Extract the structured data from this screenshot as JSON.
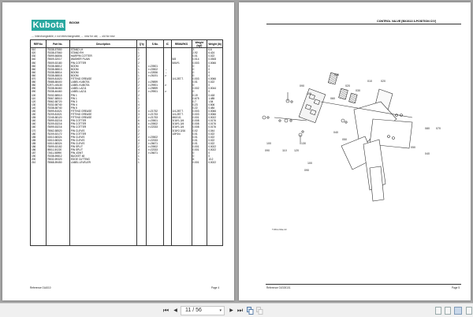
{
  "viewer": {
    "page_indicator": "11 / 56",
    "left_page": {
      "logo": "Kubota",
      "section_title": "BOOM",
      "legend": "↔ interchangeable;   ≠ not interchangeable;   ← new for old;   → old for new",
      "columns": [
        "REF.No",
        "Part No.",
        "Description",
        "Q'ty",
        "S.No.",
        "IC",
        "REMARKS",
        "Weight (kgf)",
        "Weight (lb)"
      ],
      "rows": [
        [
          "010",
          "75338-57550",
          "STAND LH",
          "1",
          "",
          "",
          "",
          "3",
          "6.6"
        ],
        [
          "020",
          "75338-57560",
          "STAND RH",
          "1",
          "",
          "",
          "",
          "2.92",
          "6.424"
        ],
        [
          "030",
          "75599-56806",
          "HAIRPIN COTTER",
          "2",
          "",
          "",
          "",
          "0.01",
          "0.022"
        ],
        [
          "040",
          "75509-32017",
          "WASHER PLAIN",
          "2",
          "",
          "",
          "5/8",
          "0.014",
          "0.0308"
        ],
        [
          "050",
          "75509-53180",
          "PIN COTTER",
          "2",
          "",
          "",
          "5/64*1",
          "0.003",
          "0.0066"
        ],
        [
          "060",
          "75338-58812",
          "BOOM",
          "1",
          "<=20501",
          "",
          "",
          "0",
          "0"
        ],
        [
          "060",
          "75338-58813",
          "BOOM",
          "1",
          ">=20502",
          "←",
          "",
          "0",
          "0"
        ],
        [
          "060",
          "75338-58814",
          "BOOM",
          "1",
          ">=22836",
          "←",
          "",
          "0",
          "0"
        ],
        [
          "060",
          "75338-58815",
          "BOOM",
          "1",
          ">=26191",
          "≠",
          "",
          "0",
          "0"
        ],
        [
          "070",
          "75509-81520",
          "FITTING GREASE",
          "2",
          "",
          "",
          "1/4-28T.T.",
          "0.003",
          "0.0066"
        ],
        [
          "080",
          "75588-58400",
          "LABEL KUBOTA",
          "2",
          "<=29899",
          "",
          "",
          "0.01",
          "0.022"
        ],
        [
          "080",
          "K2571-65130",
          "LABEL KUBOTA",
          "2",
          ">=29901",
          "≠",
          "",
          "0",
          "0"
        ],
        [
          "090",
          "75338-56460",
          "LABEL LA211",
          "2",
          "<=29899",
          "",
          "",
          "0.002",
          "0.0044"
        ],
        [
          "090",
          "75338-46460",
          "LABEL LA211",
          "2",
          ">=29901",
          "≠",
          "",
          "0",
          "0"
        ],
        [
          "100",
          "75332-58510",
          "PIN 1",
          "2",
          "",
          "",
          "",
          "0.19",
          "0.418"
        ],
        [
          "110",
          "75567-58510",
          "PIN 1",
          "1",
          "",
          "",
          "",
          "0.675",
          "1.485"
        ],
        [
          "120",
          "75562-58720",
          "PIN 3",
          "1",
          "",
          "",
          "",
          "0.7",
          "1.54"
        ],
        [
          "130",
          "75332-58740",
          "PIN 4",
          "4",
          "",
          "",
          "",
          "0.23",
          "0.506"
        ],
        [
          "140",
          "75338-58740",
          "PIN 5",
          "2",
          "",
          "",
          "",
          "0.22",
          "0.484"
        ],
        [
          "150",
          "75599-81521",
          "FITTING GREASE",
          "3",
          "<=21752",
          "",
          "1/4-28T.T.",
          "0.003",
          "0.0066"
        ],
        [
          "150",
          "75209-81521",
          "FITTING GREASE",
          "3",
          ">=21753",
          "",
          "1/4-28T.T.",
          "0.003",
          "0.0066"
        ],
        [
          "155",
          "72245-58120",
          "FITTING GREASE",
          "2",
          ">=21753",
          "",
          "M6X1G.",
          "0.001",
          "0.0022"
        ],
        [
          "160",
          "75599-53216",
          "PIN COTTER",
          "6",
          "<=20501",
          "",
          "3/16*1-3/4",
          "0.008",
          "0.0176"
        ],
        [
          "160",
          "75209-53216",
          "PIN COTTER",
          "6",
          ">=20502",
          "",
          "3/16*1-3/4",
          "0.008",
          "0.0176"
        ],
        [
          "160",
          "75599-53216",
          "PIN COTTER",
          "4",
          ">=22333",
          "",
          "3/16*1-3/4",
          "0.008",
          "0.0176"
        ],
        [
          "170",
          "75562-58520",
          "PIN CLEVIS",
          "2",
          "",
          "",
          "3/16*2-3/16",
          "0.02",
          "0.044"
        ],
        [
          "180",
          "75209-53172",
          "PIN COTTER",
          "2",
          "",
          "",
          "1/8*3/4",
          "0.01",
          "0.022"
        ],
        [
          "185",
          "01510-58324",
          "PIN CLEVIS",
          "2",
          ">=20502",
          "",
          "",
          "0.01",
          "0.022"
        ],
        [
          "185",
          "01510-58324",
          "PIN CLEVIS",
          "4",
          ">=22333",
          "",
          "",
          "0.01",
          "0.022"
        ],
        [
          "185",
          "01510-58324",
          "PIN CLEVIS",
          "2",
          ">=26671",
          "",
          "",
          "0.01",
          "0.022"
        ],
        [
          "186",
          "75599-53152",
          "PIN SPLIT",
          "2",
          ">=20502",
          "",
          "",
          "0.001",
          "0.0022"
        ],
        [
          "186",
          "05511-50220",
          "PIN SPLIT",
          "4",
          ">=22333",
          "",
          "",
          "0.001",
          "0.0022"
        ],
        [
          "187",
          "7J611-58990",
          "PIN JOINT",
          "2",
          ">=26671",
          "",
          "",
          "0",
          "0"
        ],
        [
          "190",
          "75338-59812",
          "BUCKET 48",
          "1",
          "",
          "",
          "",
          "0",
          "0"
        ],
        [
          "200",
          "75532-59320",
          "EDGE CUTTING",
          "1",
          "",
          "",
          "",
          "6",
          "13.2"
        ],
        [
          "210",
          "75568-59450",
          "LABEL LEVELER",
          "1",
          "",
          "",
          "",
          "0.001",
          "0.0022"
        ]
      ],
      "footer_left": "Reference 01A010",
      "footer_right": "Page 4"
    },
    "right_page": {
      "header": "CONTROL VALVE [BX2613 3-POSITION C/V]",
      "callouts": [
        "025",
        "010",
        "020",
        "020",
        "030",
        "090",
        "100",
        "060",
        "080",
        "070",
        "040",
        "050",
        "100",
        "130",
        "090",
        "110",
        "120",
        "050",
        "040",
        "100",
        "090"
      ],
      "figure_id": "TJ611-63a-10",
      "footer_left": "Reference 01G00101",
      "footer_right": "Page 5"
    }
  },
  "toolbar": {
    "first_page_icon": "⏮",
    "prev_page_icon": "◀",
    "next_page_icon": "▶",
    "last_page_icon": "⏭",
    "dropdown_icon": "▾"
  }
}
